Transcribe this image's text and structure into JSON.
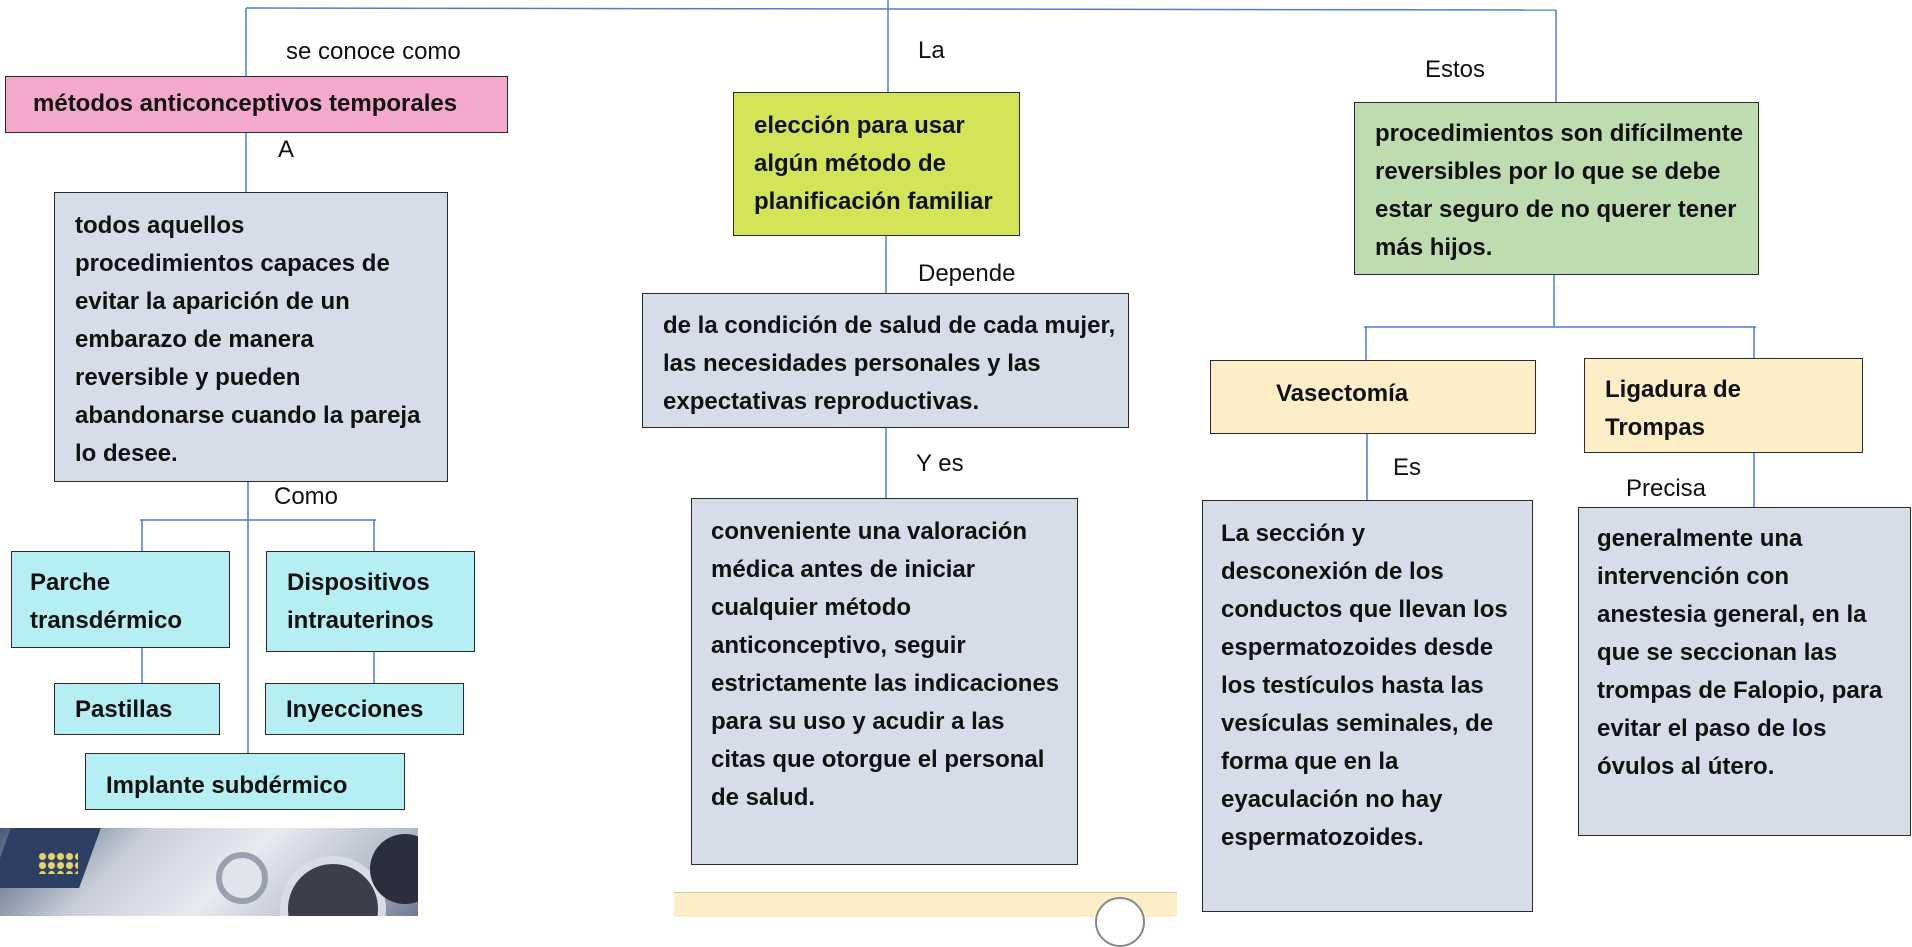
{
  "nodes": {
    "temporales": "métodos anticonceptivos temporales",
    "eleccion": "elección para usar algún método de planificación familiar",
    "procedimientos": "procedimientos son difícilmente reversibles por lo que se debe estar seguro de no querer tener más hijos.",
    "definicion": "todos aquellos procedimientos capaces de evitar la aparición de un embarazo de manera reversible y pueden abandonarse cuando la pareja lo desee.",
    "condicion": "de la condición de salud de cada mujer, las necesidades personales y las expectativas reproductivas.",
    "conveniente": "conveniente una valoración médica antes de iniciar cualquier método anticonceptivo, seguir estrictamente las indicaciones para su uso y acudir a las citas que otorgue el personal de salud.",
    "vasectomia": "Vasectomía",
    "ligadura": "Ligadura de Trompas",
    "vasectomia_def": "La sección y desconexión de los conductos que llevan los espermatozoides desde los testículos hasta las vesículas seminales, de forma que en la eyaculación no hay espermatozoides.",
    "ligadura_def": "generalmente una intervención con anestesia general, en la que se seccionan las trompas de Falopio, para evitar el paso de los óvulos al útero.",
    "parche": "Parche transdérmico",
    "dispositivos": "Dispositivos intrauterinos",
    "pastillas": "Pastillas",
    "inyecciones": "Inyecciones",
    "implante": "Implante subdérmico"
  },
  "connectors": {
    "se_conoce_como": "se conoce como",
    "a": "A",
    "como": "Como",
    "la": "La",
    "depende": "Depende",
    "y_es": "Y es",
    "estos": "Estos",
    "es": "Es",
    "precisa": "Precisa"
  },
  "colors": {
    "line": "#4a7fd0",
    "pink": "#f3a8cc",
    "lime": "#d4e458",
    "green": "#bfdcb0",
    "grey": "#d7dde8",
    "cyan": "#b5eef3",
    "cream": "#fdeec8"
  }
}
